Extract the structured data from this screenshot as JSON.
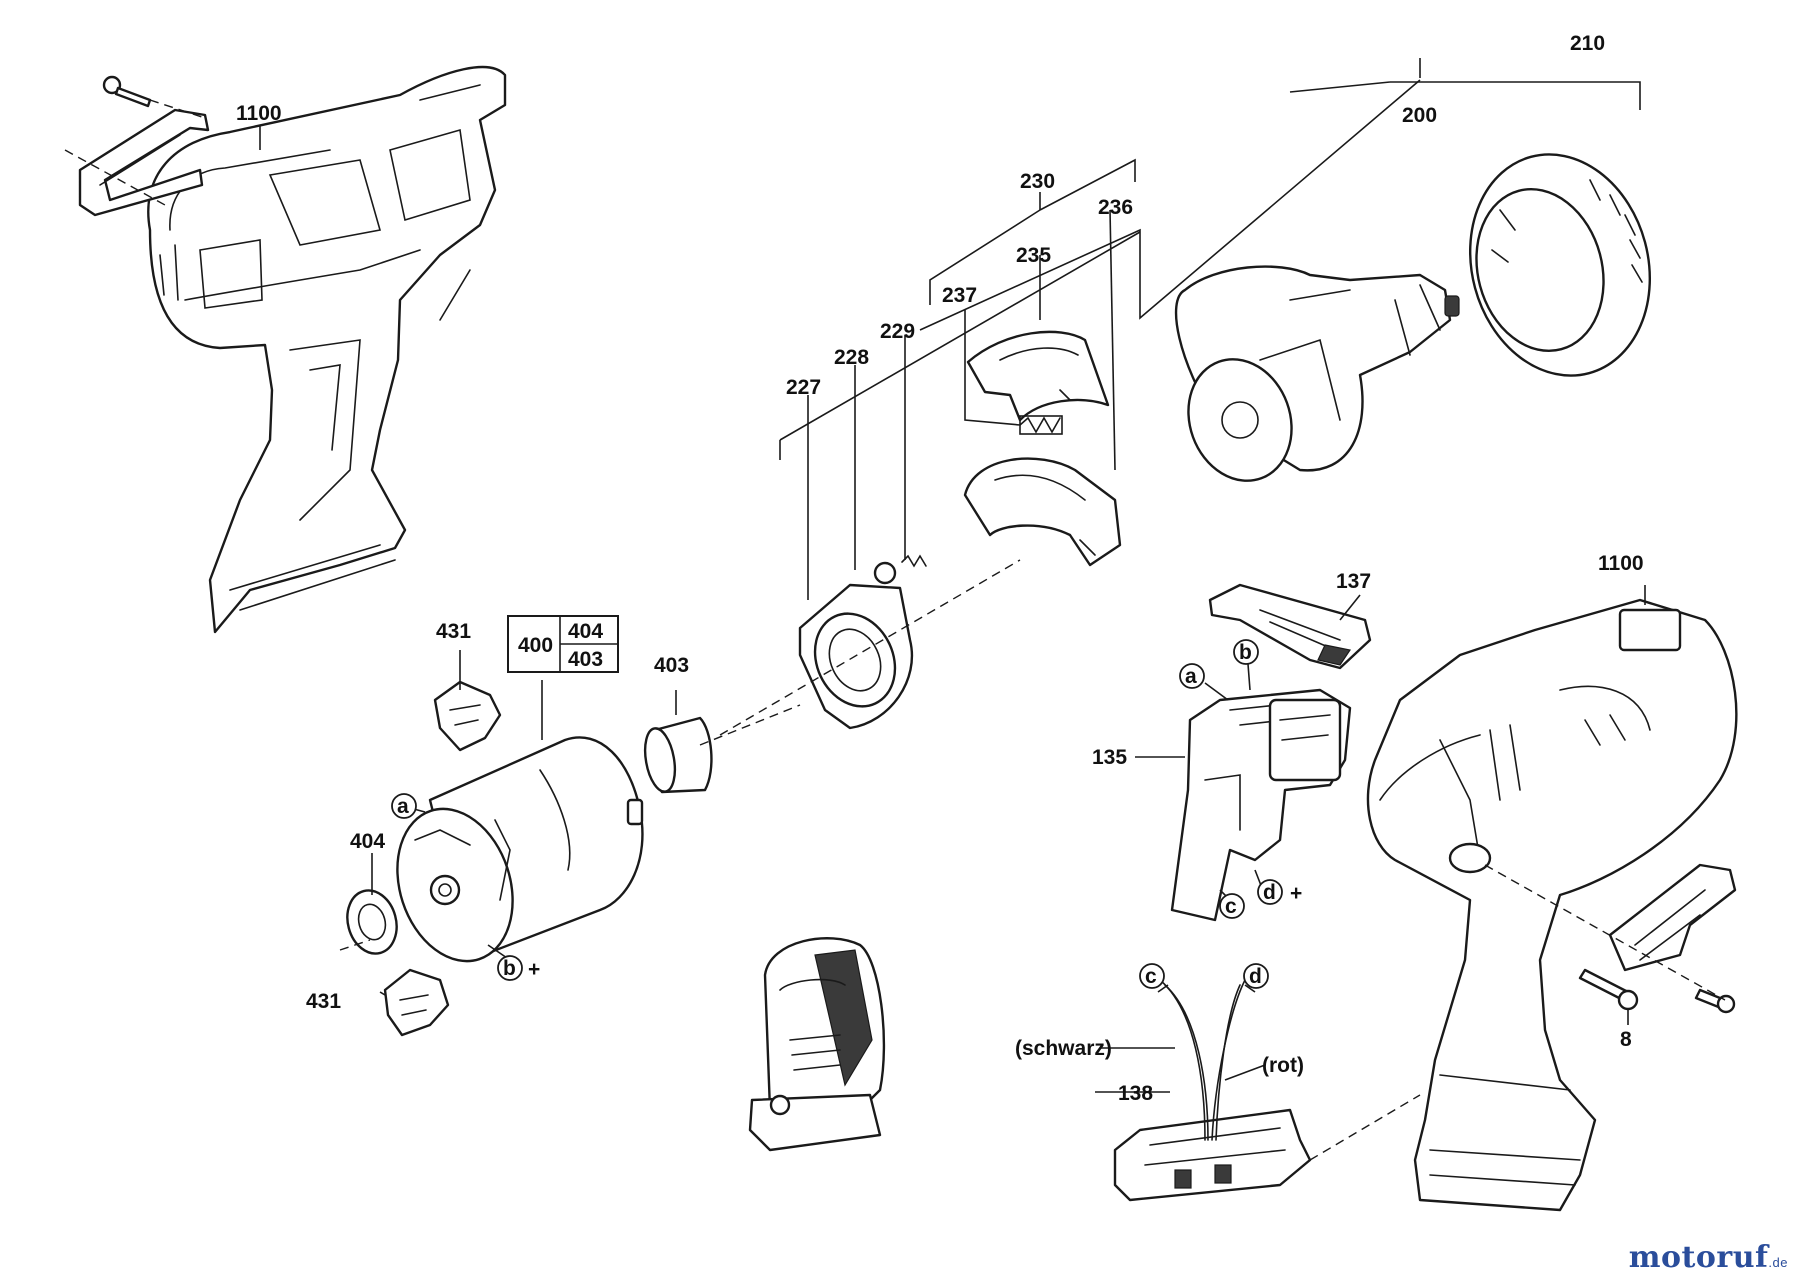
{
  "labels": {
    "p1100_left": "1100",
    "p210": "210",
    "p200": "200",
    "p230": "230",
    "p236": "236",
    "p235": "235",
    "p237": "237",
    "p229": "229",
    "p228": "228",
    "p227": "227",
    "p431_top": "431",
    "p400": "400",
    "p404_box": "404",
    "p403_box": "403",
    "p403": "403",
    "p404": "404",
    "p431_bottom": "431",
    "p137": "137",
    "p135": "135",
    "p1100_right": "1100",
    "p138": "138",
    "p8": "8",
    "schwarz": "(schwarz)",
    "rot": "(rot)"
  },
  "letters": {
    "motor_a": "a",
    "motor_b": "b",
    "switch_a": "a",
    "switch_b": "b",
    "switch_c": "c",
    "switch_d": "d",
    "wire_c": "c",
    "wire_d": "d"
  },
  "plus": "+",
  "watermark": {
    "name": "motoruf",
    "suffix": ".de",
    "color": "#2a4d9b"
  }
}
